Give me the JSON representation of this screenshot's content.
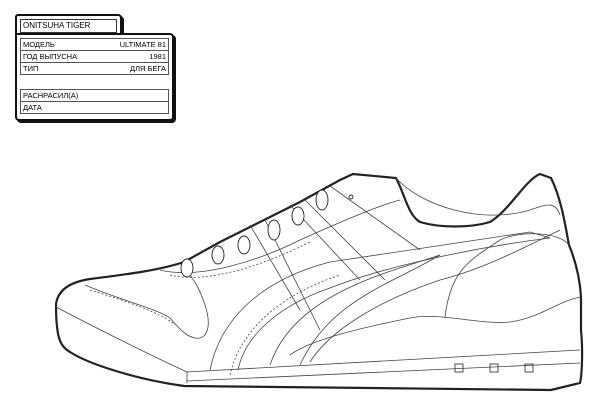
{
  "card": {
    "brand": "ONITSUHA TIGER",
    "rows": [
      {
        "label": "МОДЕЛЬ",
        "value": "ULTIMATE 81"
      },
      {
        "label": "ГОД ВЫПУСНА",
        "value": "1981"
      },
      {
        "label": "ТИП",
        "value": "ДЛЯ БЕГА"
      }
    ],
    "colored_by_label": "РАСНРАСИЛ(А)",
    "date_label": "ДАТА"
  }
}
